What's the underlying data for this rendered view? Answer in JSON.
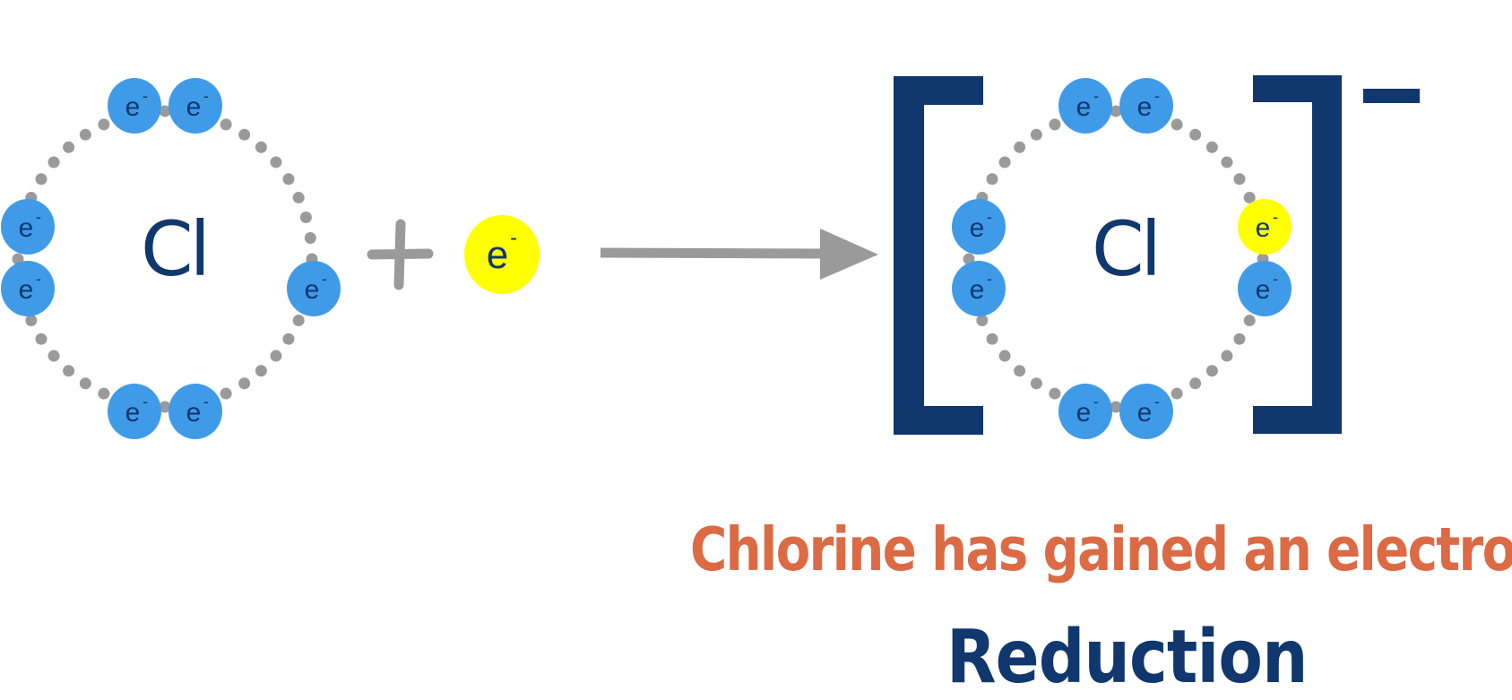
{
  "colors": {
    "navy": "#10376e",
    "electron_blue": "#3f9be8",
    "electron_new": "#ffff00",
    "shell_dot": "#9a9a9a",
    "operator_gray": "#9a9a9a",
    "caption_orange": "#dc6a45",
    "background": "#ffffff"
  },
  "reactant_atom": {
    "symbol": "Cl",
    "electrons": [
      {
        "pos": "top-left",
        "label": "e",
        "charge": "-",
        "type": "valence"
      },
      {
        "pos": "top-right",
        "label": "e",
        "charge": "-",
        "type": "valence"
      },
      {
        "pos": "left-upper",
        "label": "e",
        "charge": "-",
        "type": "valence"
      },
      {
        "pos": "left-lower",
        "label": "e",
        "charge": "-",
        "type": "valence"
      },
      {
        "pos": "right-lower",
        "label": "e",
        "charge": "-",
        "type": "valence"
      },
      {
        "pos": "bottom-left",
        "label": "e",
        "charge": "-",
        "type": "valence"
      },
      {
        "pos": "bottom-right",
        "label": "e",
        "charge": "-",
        "type": "valence"
      }
    ]
  },
  "operator": "+",
  "free_electron": {
    "label": "e",
    "charge": "-",
    "type": "gained"
  },
  "arrow": "reaction-arrow",
  "product_ion": {
    "symbol": "Cl",
    "charge": "−",
    "electrons": [
      {
        "pos": "top-left",
        "label": "e",
        "charge": "-",
        "type": "valence"
      },
      {
        "pos": "top-right",
        "label": "e",
        "charge": "-",
        "type": "valence"
      },
      {
        "pos": "left-upper",
        "label": "e",
        "charge": "-",
        "type": "valence"
      },
      {
        "pos": "left-lower",
        "label": "e",
        "charge": "-",
        "type": "valence"
      },
      {
        "pos": "right-upper",
        "label": "e",
        "charge": "-",
        "type": "gained"
      },
      {
        "pos": "right-lower",
        "label": "e",
        "charge": "-",
        "type": "valence"
      },
      {
        "pos": "bottom-left",
        "label": "e",
        "charge": "-",
        "type": "valence"
      },
      {
        "pos": "bottom-right",
        "label": "e",
        "charge": "-",
        "type": "valence"
      }
    ]
  },
  "caption": "Chlorine has gained an electron",
  "process_label": "Reduction"
}
